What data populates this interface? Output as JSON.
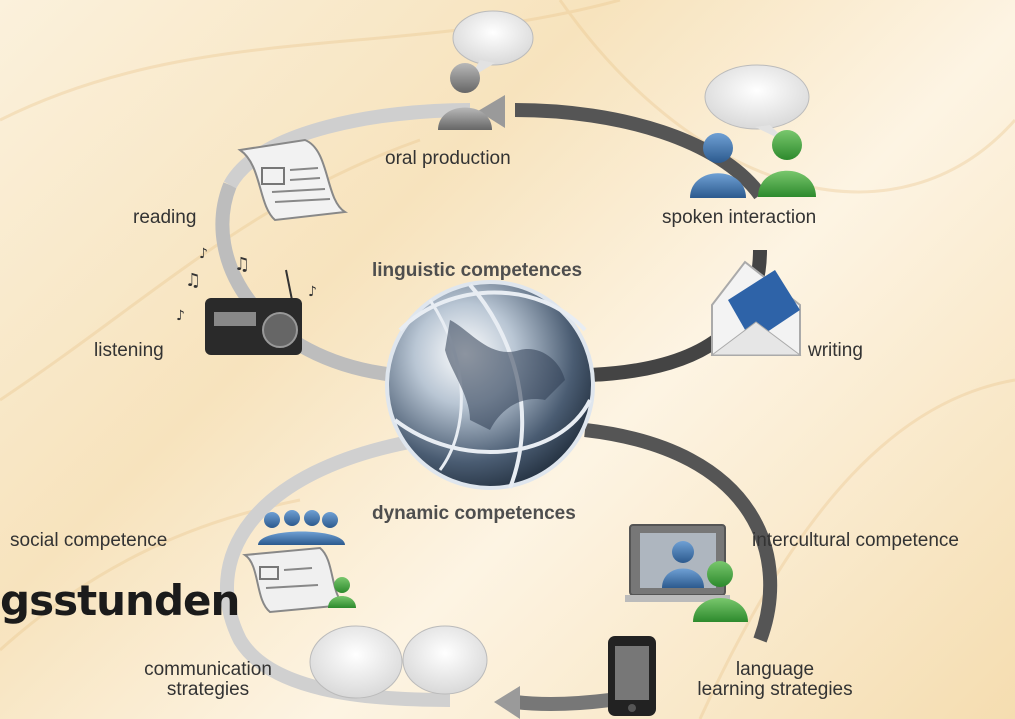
{
  "diagram": {
    "center_labels": {
      "top": "linguistic competences",
      "bottom": "dynamic competences"
    },
    "nodes": {
      "oral_production": "oral production",
      "spoken_interaction": "spoken interaction",
      "reading": "reading",
      "listening": "listening",
      "writing": "writing",
      "social_competence": "social competence",
      "intercultural_competence": "intercultural competence",
      "communication_strategies_line1": "communication",
      "communication_strategies_line2": "strategies",
      "language_learning_strategies_line1": "language",
      "language_learning_strategies_line2": "learning strategies"
    }
  },
  "overlay_text": "gsstunden",
  "colors": {
    "background": "#f8e6c3",
    "globe_dark": "#3e4f63",
    "person_grey": "#8a8a8a",
    "person_blue": "#3a6ea5",
    "person_green": "#3e9c3e",
    "envelope_blue": "#2e63a8"
  }
}
